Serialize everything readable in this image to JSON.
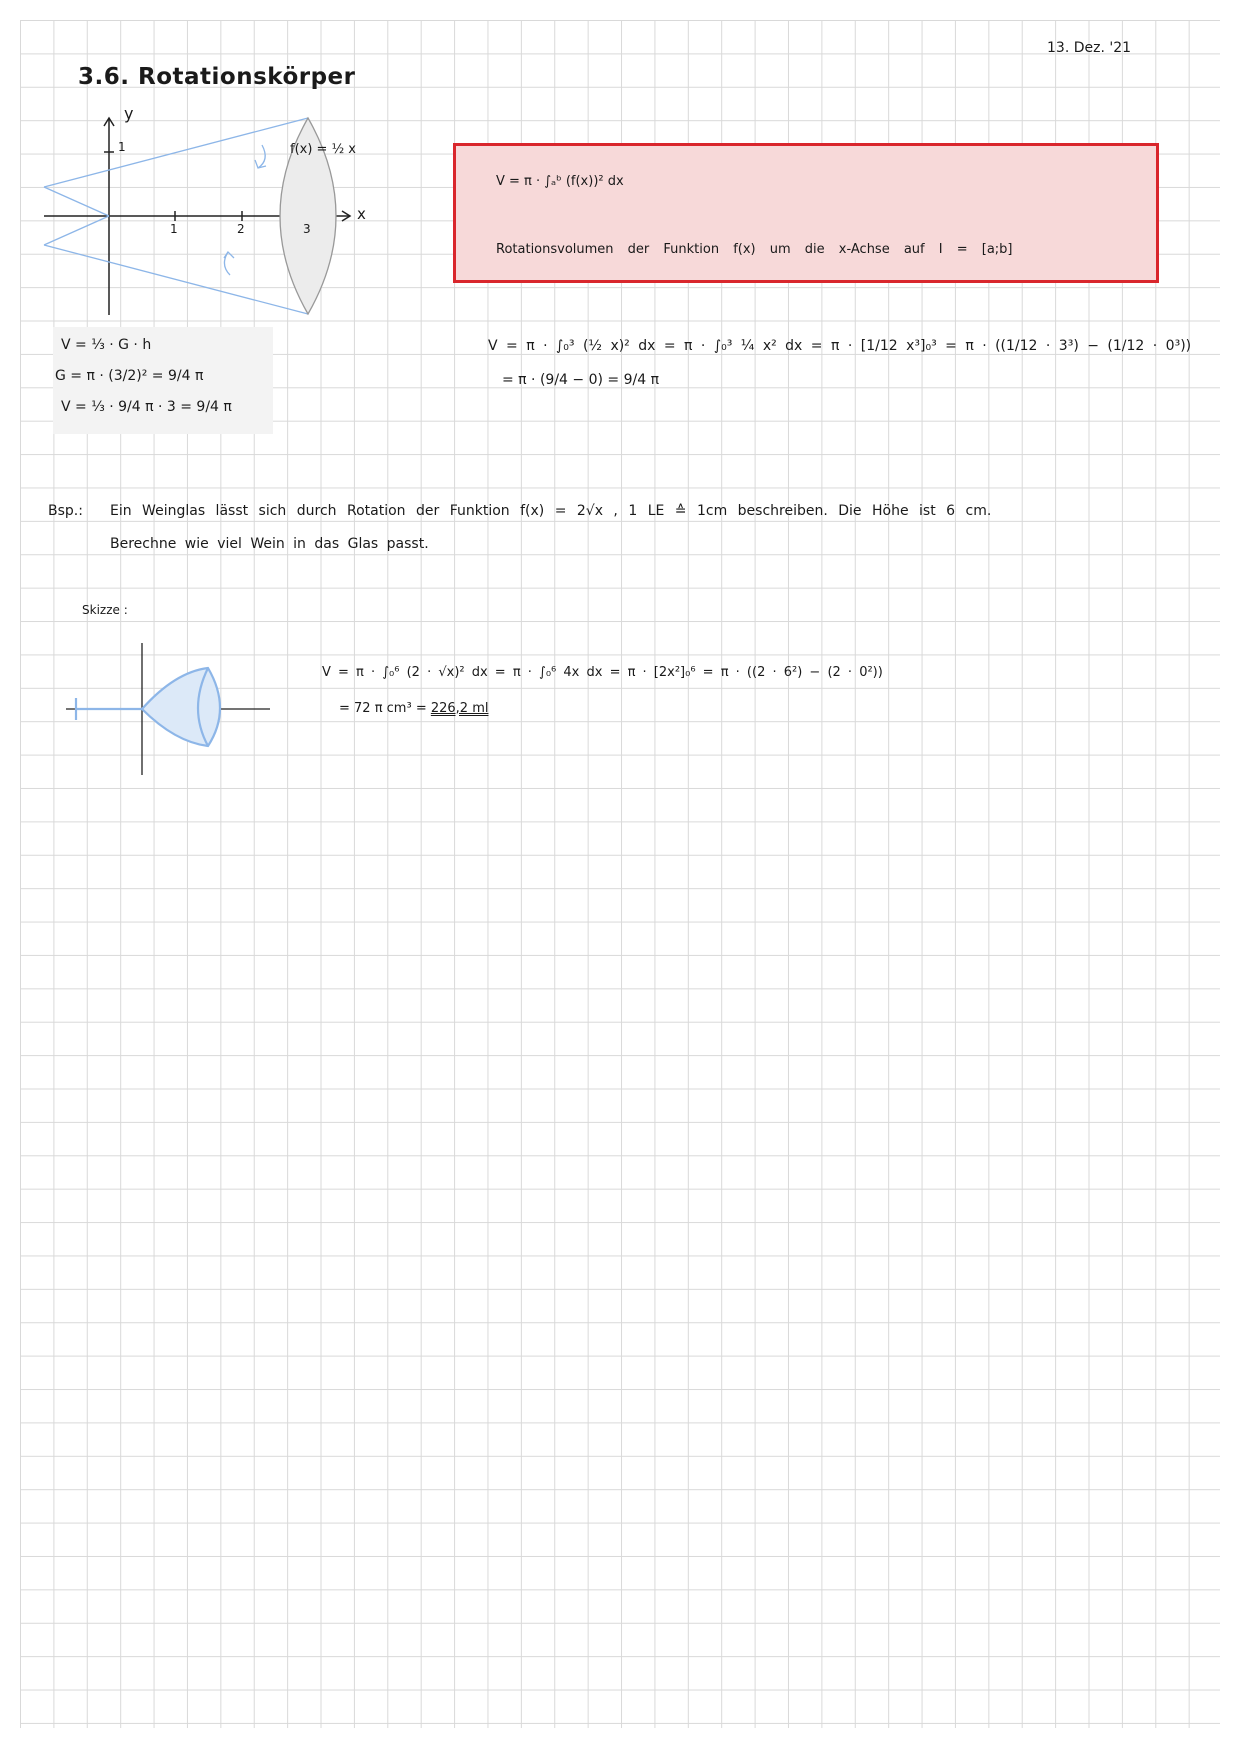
{
  "page": {
    "date": "13. Dez. '21",
    "title": "3.6. Rotationskörper"
  },
  "cone_graph": {
    "y_axis_label": "y",
    "x_axis_label": "x",
    "y_tick": "1",
    "x_ticks": [
      "1",
      "2",
      "3"
    ],
    "function_label": "f(x) = ½ x"
  },
  "formula_box": {
    "formula": "V = π · ∫ₐᵇ (f(x))² dx",
    "description": "Rotationsvolumen der Funktion f(x) um die x-Achse auf I = [a;b]"
  },
  "cone_calc": {
    "line1": "V = ⅓ · G · h",
    "line2": "G = π · (3/2)² = 9/4 π",
    "line3": "V = ⅓ · 9/4 π · 3 = 9/4 π"
  },
  "integral_calc": {
    "line1": "V = π · ∫₀³ (½ x)² dx = π · ∫₀³ ¼ x² dx = π · [1/12 x³]₀³ = π · ((1/12 · 3³) − (1/12 · 0³))",
    "line2": "= π · (9/4 − 0) = 9/4 π"
  },
  "example": {
    "label": "Bsp.:",
    "line1": "Ein Weinglas lässt sich durch Rotation der Funktion f(x) = 2√x , 1 LE ≙ 1cm beschreiben. Die Höhe ist 6 cm.",
    "line2": "Berechne wie viel Wein in das Glas passt."
  },
  "sketch_label": "Skizze :",
  "wine_calc": {
    "line1": "V = π · ∫₀⁶ (2 · √x)² dx = π · ∫₀⁶ 4x dx = π · [2x²]₀⁶ = π · ((2 · 6²) − (2 · 0²))",
    "line2_prefix": "= 72 π cm³ = ",
    "result": "226,2 ml"
  },
  "colors": {
    "box_border": "#d9262c",
    "box_fill": "#f7d9d9",
    "sketch_blue": "#8db6e8"
  }
}
